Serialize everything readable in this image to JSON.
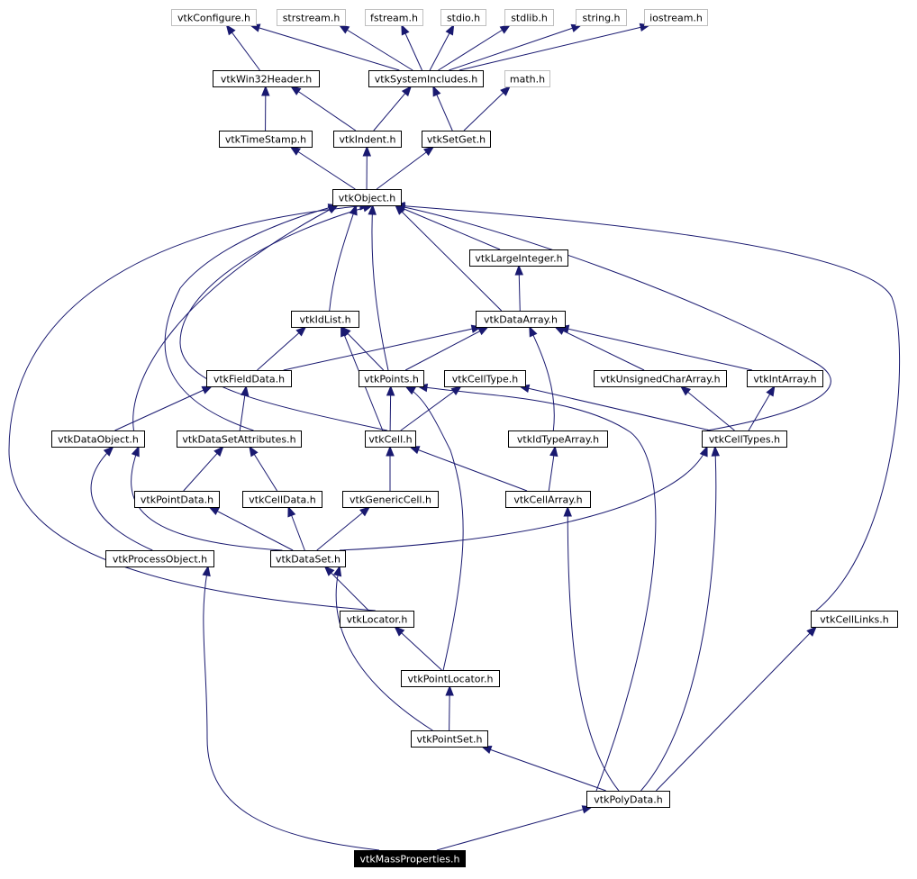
{
  "diagram": {
    "nodes": [
      {
        "id": "vtkConfigure",
        "label": "vtkConfigure.h",
        "kind": "external"
      },
      {
        "id": "strstream",
        "label": "strstream.h",
        "kind": "external"
      },
      {
        "id": "fstream",
        "label": "fstream.h",
        "kind": "external"
      },
      {
        "id": "stdio",
        "label": "stdio.h",
        "kind": "external"
      },
      {
        "id": "stdlib",
        "label": "stdlib.h",
        "kind": "external"
      },
      {
        "id": "string",
        "label": "string.h",
        "kind": "external"
      },
      {
        "id": "iostream",
        "label": "iostream.h",
        "kind": "external"
      },
      {
        "id": "vtkWin32Header",
        "label": "vtkWin32Header.h",
        "kind": "normal"
      },
      {
        "id": "vtkSystemIncludes",
        "label": "vtkSystemIncludes.h",
        "kind": "normal"
      },
      {
        "id": "math",
        "label": "math.h",
        "kind": "external"
      },
      {
        "id": "vtkTimeStamp",
        "label": "vtkTimeStamp.h",
        "kind": "normal"
      },
      {
        "id": "vtkIndent",
        "label": "vtkIndent.h",
        "kind": "normal"
      },
      {
        "id": "vtkSetGet",
        "label": "vtkSetGet.h",
        "kind": "normal"
      },
      {
        "id": "vtkObject",
        "label": "vtkObject.h",
        "kind": "normal"
      },
      {
        "id": "vtkLargeInteger",
        "label": "vtkLargeInteger.h",
        "kind": "normal"
      },
      {
        "id": "vtkIdList",
        "label": "vtkIdList.h",
        "kind": "normal"
      },
      {
        "id": "vtkDataArray",
        "label": "vtkDataArray.h",
        "kind": "normal"
      },
      {
        "id": "vtkFieldData",
        "label": "vtkFieldData.h",
        "kind": "normal"
      },
      {
        "id": "vtkPoints",
        "label": "vtkPoints.h",
        "kind": "normal"
      },
      {
        "id": "vtkCellType",
        "label": "vtkCellType.h",
        "kind": "normal"
      },
      {
        "id": "vtkUnsignedCharArray",
        "label": "vtkUnsignedCharArray.h",
        "kind": "normal"
      },
      {
        "id": "vtkIntArray",
        "label": "vtkIntArray.h",
        "kind": "normal"
      },
      {
        "id": "vtkDataObject",
        "label": "vtkDataObject.h",
        "kind": "normal"
      },
      {
        "id": "vtkDataSetAttributes",
        "label": "vtkDataSetAttributes.h",
        "kind": "normal"
      },
      {
        "id": "vtkCell",
        "label": "vtkCell.h",
        "kind": "normal"
      },
      {
        "id": "vtkIdTypeArray",
        "label": "vtkIdTypeArray.h",
        "kind": "normal"
      },
      {
        "id": "vtkCellTypes",
        "label": "vtkCellTypes.h",
        "kind": "normal"
      },
      {
        "id": "vtkPointData",
        "label": "vtkPointData.h",
        "kind": "normal"
      },
      {
        "id": "vtkCellData",
        "label": "vtkCellData.h",
        "kind": "normal"
      },
      {
        "id": "vtkGenericCell",
        "label": "vtkGenericCell.h",
        "kind": "normal"
      },
      {
        "id": "vtkCellArray",
        "label": "vtkCellArray.h",
        "kind": "normal"
      },
      {
        "id": "vtkProcessObject",
        "label": "vtkProcessObject.h",
        "kind": "normal"
      },
      {
        "id": "vtkDataSet",
        "label": "vtkDataSet.h",
        "kind": "normal"
      },
      {
        "id": "vtkLocator",
        "label": "vtkLocator.h",
        "kind": "normal"
      },
      {
        "id": "vtkCellLinks",
        "label": "vtkCellLinks.h",
        "kind": "normal"
      },
      {
        "id": "vtkPointLocator",
        "label": "vtkPointLocator.h",
        "kind": "normal"
      },
      {
        "id": "vtkPointSet",
        "label": "vtkPointSet.h",
        "kind": "normal"
      },
      {
        "id": "vtkPolyData",
        "label": "vtkPolyData.h",
        "kind": "normal"
      },
      {
        "id": "vtkMassProperties",
        "label": "vtkMassProperties.h",
        "kind": "root"
      }
    ],
    "edges": [
      [
        "vtkWin32Header",
        "vtkConfigure"
      ],
      [
        "vtkSystemIncludes",
        "vtkConfigure"
      ],
      [
        "vtkSystemIncludes",
        "strstream"
      ],
      [
        "vtkSystemIncludes",
        "fstream"
      ],
      [
        "vtkSystemIncludes",
        "stdio"
      ],
      [
        "vtkSystemIncludes",
        "stdlib"
      ],
      [
        "vtkSystemIncludes",
        "string"
      ],
      [
        "vtkSystemIncludes",
        "iostream"
      ],
      [
        "vtkTimeStamp",
        "vtkWin32Header"
      ],
      [
        "vtkIndent",
        "vtkWin32Header"
      ],
      [
        "vtkIndent",
        "vtkSystemIncludes"
      ],
      [
        "vtkSetGet",
        "vtkSystemIncludes"
      ],
      [
        "vtkSetGet",
        "math"
      ],
      [
        "vtkObject",
        "vtkTimeStamp"
      ],
      [
        "vtkObject",
        "vtkIndent"
      ],
      [
        "vtkObject",
        "vtkSetGet"
      ],
      [
        "vtkLargeInteger",
        "vtkObject"
      ],
      [
        "vtkIdList",
        "vtkObject"
      ],
      [
        "vtkDataArray",
        "vtkObject"
      ],
      [
        "vtkDataArray",
        "vtkLargeInteger"
      ],
      [
        "vtkFieldData",
        "vtkIdList"
      ],
      [
        "vtkFieldData",
        "vtkDataArray"
      ],
      [
        "vtkPoints",
        "vtkObject"
      ],
      [
        "vtkPoints",
        "vtkIdList"
      ],
      [
        "vtkPoints",
        "vtkDataArray"
      ],
      [
        "vtkUnsignedCharArray",
        "vtkDataArray"
      ],
      [
        "vtkIntArray",
        "vtkDataArray"
      ],
      [
        "vtkDataObject",
        "vtkObject"
      ],
      [
        "vtkDataObject",
        "vtkFieldData"
      ],
      [
        "vtkDataSetAttributes",
        "vtkObject"
      ],
      [
        "vtkDataSetAttributes",
        "vtkFieldData"
      ],
      [
        "vtkCell",
        "vtkObject"
      ],
      [
        "vtkCell",
        "vtkIdList"
      ],
      [
        "vtkCell",
        "vtkPoints"
      ],
      [
        "vtkCell",
        "vtkCellType"
      ],
      [
        "vtkIdTypeArray",
        "vtkDataArray"
      ],
      [
        "vtkCellTypes",
        "vtkObject"
      ],
      [
        "vtkCellTypes",
        "vtkCellType"
      ],
      [
        "vtkCellTypes",
        "vtkUnsignedCharArray"
      ],
      [
        "vtkCellTypes",
        "vtkIntArray"
      ],
      [
        "vtkPointData",
        "vtkDataSetAttributes"
      ],
      [
        "vtkCellData",
        "vtkDataSetAttributes"
      ],
      [
        "vtkGenericCell",
        "vtkCell"
      ],
      [
        "vtkCellArray",
        "vtkCell"
      ],
      [
        "vtkCellArray",
        "vtkIdTypeArray"
      ],
      [
        "vtkProcessObject",
        "vtkDataObject"
      ],
      [
        "vtkDataSet",
        "vtkDataObject"
      ],
      [
        "vtkDataSet",
        "vtkPointData"
      ],
      [
        "vtkDataSet",
        "vtkCellData"
      ],
      [
        "vtkDataSet",
        "vtkGenericCell"
      ],
      [
        "vtkDataSet",
        "vtkCellTypes"
      ],
      [
        "vtkLocator",
        "vtkObject"
      ],
      [
        "vtkLocator",
        "vtkDataSet"
      ],
      [
        "vtkCellLinks",
        "vtkObject"
      ],
      [
        "vtkPointLocator",
        "vtkLocator"
      ],
      [
        "vtkPointLocator",
        "vtkPoints"
      ],
      [
        "vtkPointSet",
        "vtkDataSet"
      ],
      [
        "vtkPointSet",
        "vtkPointLocator"
      ],
      [
        "vtkPolyData",
        "vtkPointSet"
      ],
      [
        "vtkPolyData",
        "vtkCellArray"
      ],
      [
        "vtkPolyData",
        "vtkCellTypes"
      ],
      [
        "vtkPolyData",
        "vtkCellLinks"
      ],
      [
        "vtkPolyData",
        "vtkPoints"
      ],
      [
        "vtkMassProperties",
        "vtkProcessObject"
      ],
      [
        "vtkMassProperties",
        "vtkPolyData"
      ]
    ],
    "colors": {
      "edge": "#191970",
      "node_border": "#000000",
      "external_border": "#bfbfbf",
      "root_fill": "#000000",
      "root_text": "#ffffff",
      "node_fill": "#ffffff",
      "node_text": "#000000"
    }
  }
}
